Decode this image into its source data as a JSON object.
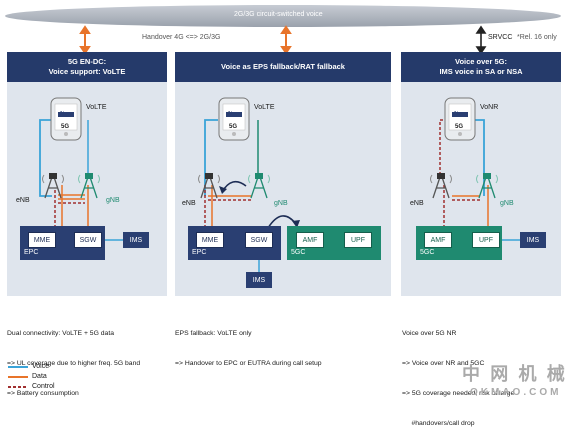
{
  "top_bar": {
    "label": "2G/3G circuit-switched voice"
  },
  "handover_label": "Handover 4G <=> 2G/3G",
  "srvcc_label": "SRVCC",
  "rel_note": "*Rel. 16 only",
  "panels": [
    {
      "title_line1": "5G EN-DC:",
      "title_line2": "Voice support: VoLTE",
      "phone_service": "VoLTE",
      "enb": "eNB",
      "gnb": "gNB",
      "core_label": "EPC",
      "nodes": [
        "MME",
        "SGW"
      ],
      "ims": "IMS",
      "desc_lines": [
        "Dual connectivity: VoLTE + 5G data",
        "=> UL coverage due to higher freq. 5G band",
        "=> Battery consumption"
      ]
    },
    {
      "title_line1": "Voice as EPS fallback/RAT fallback",
      "title_line2": "",
      "phone_service": "VoLTE",
      "enb": "eNB",
      "gnb": "gNB",
      "core_label": "EPC",
      "core2_label": "5GC",
      "nodes": [
        "MME",
        "SGW"
      ],
      "nodes2": [
        "AMF",
        "UPF"
      ],
      "ims": "IMS",
      "desc_lines": [
        "EPS fallback: VoLTE only",
        "=> Handover to EPC or EUTRA during call setup"
      ]
    },
    {
      "title_line1": "Voice over 5G:",
      "title_line2": "IMS voice in SA or NSA",
      "phone_service": "VoNR",
      "enb": "eNB",
      "gnb": "gNB",
      "core_label": "5GC",
      "nodes": [
        "AMF",
        "UPF"
      ],
      "ims": "IMS",
      "desc_lines": [
        "Voice over 5G NR",
        "=> Voice over NR and 5GC",
        "=> 5G coverage needed, risk of large",
        "     #handovers/call drop"
      ]
    }
  ],
  "phone_screen": {
    "lte": "lte",
    "fiveg": "5G"
  },
  "legend": [
    {
      "label": "Voice",
      "color": "#3aa3d8",
      "style": "solid"
    },
    {
      "label": "Data",
      "color": "#e8742a",
      "style": "solid"
    },
    {
      "label": "Control",
      "color": "#a03030",
      "style": "dashed"
    }
  ],
  "watermark": {
    "cn": "中 网 机 械",
    "en": "OKMAO.COM"
  }
}
